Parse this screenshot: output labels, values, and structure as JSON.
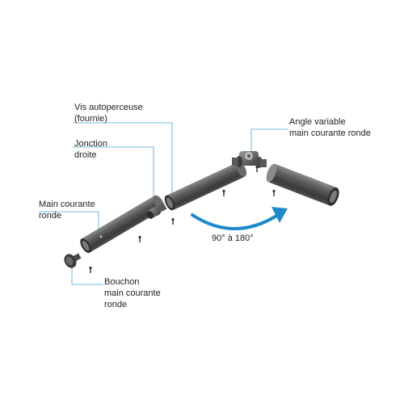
{
  "labels": {
    "vis": [
      "Vis autoperceuse",
      "(fournie)"
    ],
    "jonction": [
      "Jonction",
      "droite"
    ],
    "main": [
      "Main courante",
      "ronde"
    ],
    "bouchon": [
      "Bouchon",
      "main courante",
      "ronde"
    ],
    "angle": [
      "Angle variable",
      "main courante ronde"
    ]
  },
  "rotation_label": "90° à 180°",
  "colors": {
    "leader": "#4aa3d6",
    "arrow": "#1f8ac9",
    "tube_dark": "#3d3d3d",
    "tube_light": "#9a9a9a"
  }
}
